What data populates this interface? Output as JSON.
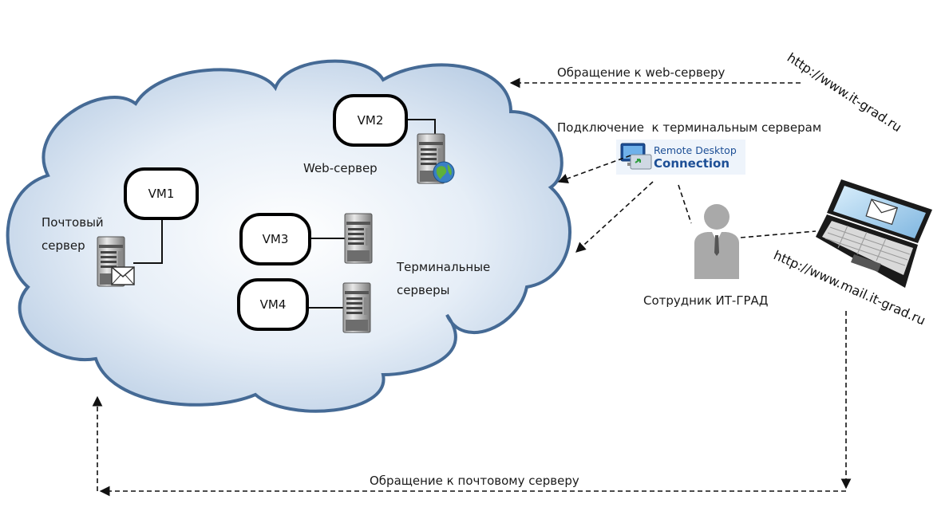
{
  "cloud": {
    "vms": [
      {
        "label": "VM1"
      },
      {
        "label": "VM2"
      },
      {
        "label": "VM3"
      },
      {
        "label": "VM4"
      }
    ],
    "mail_server_label": [
      "Почтовый",
      "сервер"
    ],
    "web_server_label": "Web-сервер",
    "terminal_servers_label": [
      "Терминальные",
      "серверы"
    ]
  },
  "external": {
    "web_request_label": "Обращение к web-серверу",
    "terminal_connection_label": "Подключение  к терминальным серверам",
    "mail_request_label": "Обращение к почтовому серверу",
    "employee_label": "Сотрудник ИТ-ГРАД",
    "web_url": "http://www.it-grad.ru",
    "mail_url": "http://www.mail.it-grad.ru",
    "rdc_logo": {
      "line1": "Remote Desktop",
      "line2": "Connection"
    }
  },
  "colors": {
    "cloud_stroke": "#456a95",
    "cloud_center": "#ffffff",
    "cloud_edge": "#b9cde4",
    "rdc_blue": "#1d4f96"
  }
}
